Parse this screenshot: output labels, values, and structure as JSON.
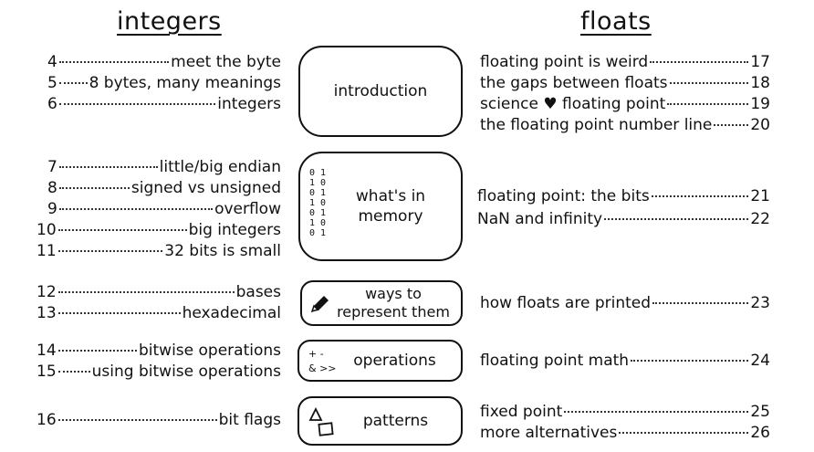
{
  "columns": {
    "left_title": "integers",
    "right_title": "floats"
  },
  "left_entries": [
    {
      "page": "4",
      "title": "meet the byte"
    },
    {
      "page": "5",
      "title": "8 bytes, many meanings"
    },
    {
      "page": "6",
      "title": "integers"
    },
    {
      "page": "7",
      "title": "little/big endian"
    },
    {
      "page": "8",
      "title": "signed vs unsigned"
    },
    {
      "page": "9",
      "title": "overflow"
    },
    {
      "page": "10",
      "title": "big integers"
    },
    {
      "page": "11",
      "title": "32 bits is small"
    },
    {
      "page": "12",
      "title": "bases"
    },
    {
      "page": "13",
      "title": "hexadecimal"
    },
    {
      "page": "14",
      "title": "bitwise operations"
    },
    {
      "page": "15",
      "title": "using bitwise operations"
    },
    {
      "page": "16",
      "title": "bit flags"
    }
  ],
  "right_entries": [
    {
      "page": "17",
      "title": "floating point is weird"
    },
    {
      "page": "18",
      "title": "the gaps between floats"
    },
    {
      "page": "19",
      "title": "science ♥ floating point"
    },
    {
      "page": "20",
      "title": "the floating point number line"
    },
    {
      "page": "21",
      "title": "floating point: the bits"
    },
    {
      "page": "22",
      "title": "NaN and infinity"
    },
    {
      "page": "23",
      "title": "how floats are printed"
    },
    {
      "page": "24",
      "title": "floating point math"
    },
    {
      "page": "25",
      "title": "fixed point"
    },
    {
      "page": "26",
      "title": "more alternatives"
    }
  ],
  "sections": {
    "introduction": "introduction",
    "memory_line1": "what's in",
    "memory_line2": "memory",
    "memory_bits": "0 1\n1 0\n0 1\n1 0\n0 1\n1 0\n0 1",
    "ways_line1": "ways to",
    "ways_line2": "represent them",
    "operations": "operations",
    "ops_symbols_line1": "+  -",
    "ops_symbols_line2": "&  >>",
    "patterns": "patterns"
  },
  "icons": [
    "pencil-icon",
    "shapes-icon"
  ]
}
